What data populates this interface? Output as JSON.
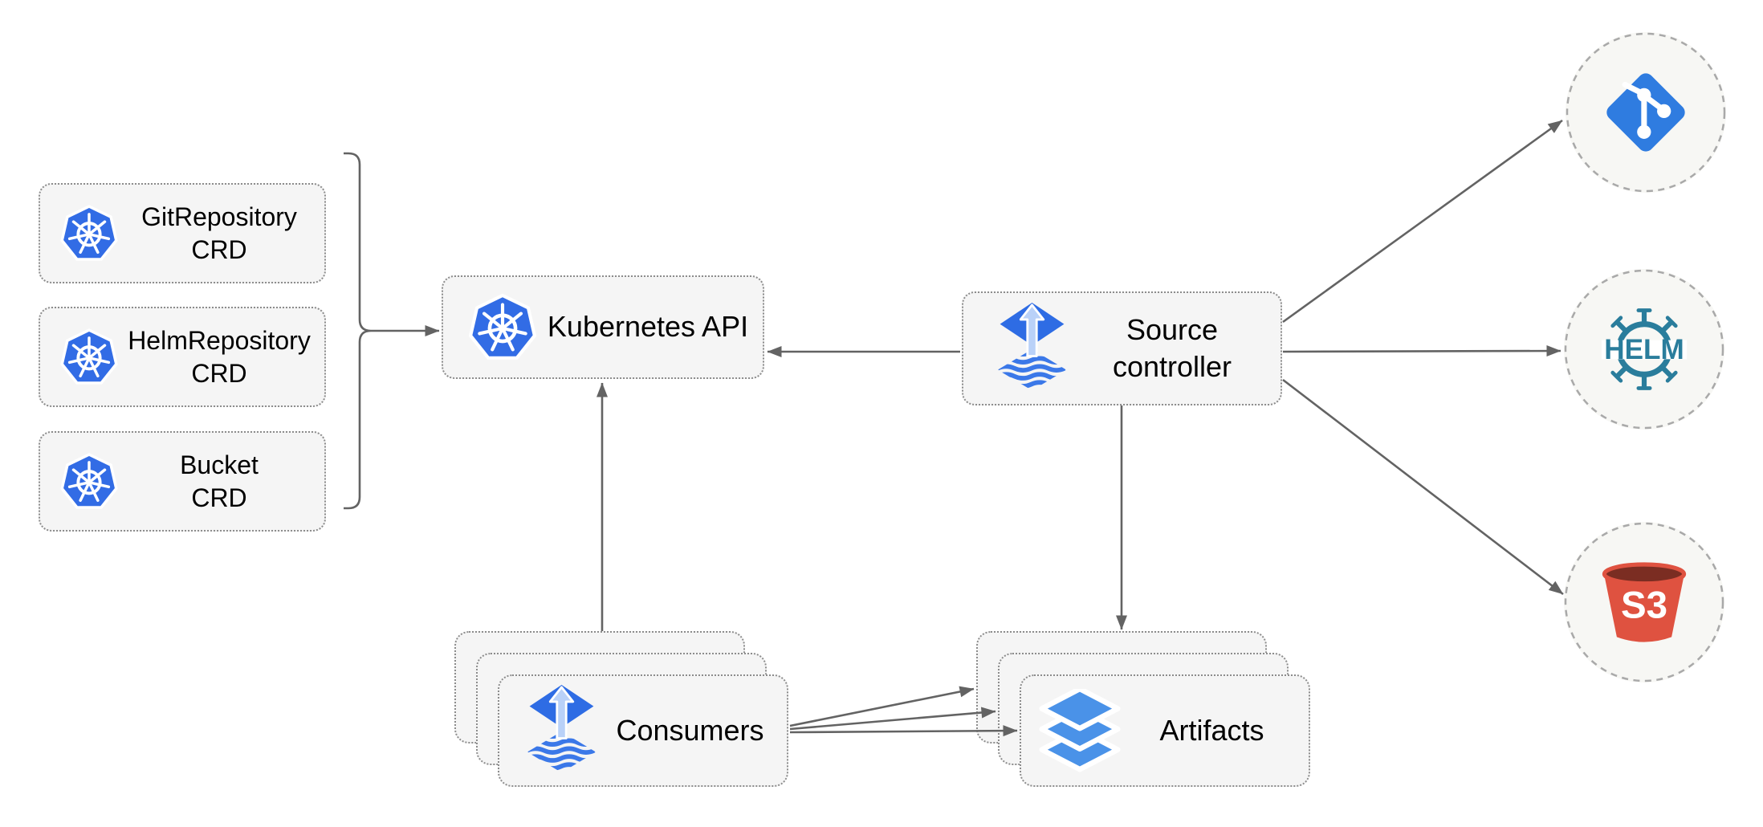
{
  "diagram": {
    "crd_boxes": [
      {
        "label": "GitRepository\nCRD",
        "icon": "kubernetes-icon"
      },
      {
        "label": "HelmRepository\nCRD",
        "icon": "kubernetes-icon"
      },
      {
        "label": "Bucket\nCRD",
        "icon": "kubernetes-icon"
      }
    ],
    "kubernetes_api": {
      "label": "Kubernetes API",
      "icon": "kubernetes-icon"
    },
    "source_controller": {
      "label": "Source\ncontroller",
      "icon": "flux-source-icon"
    },
    "consumers": {
      "label": "Consumers",
      "icon": "flux-source-icon"
    },
    "artifacts": {
      "label": "Artifacts",
      "icon": "layers-icon"
    },
    "external_targets": {
      "git": {
        "icon": "git-icon"
      },
      "helm": {
        "icon": "helm-icon",
        "label": "HELM"
      },
      "s3": {
        "icon": "s3-bucket-icon",
        "label": "S3"
      }
    },
    "colors": {
      "kubernetes_blue": "#326ce5",
      "flux_blue": "#2e6ce4",
      "flux_arrow_light": "#b9d1f8",
      "artifacts_blue": "#4a92e8",
      "git_blue": "#2f7ce0",
      "helm_teal": "#2a7d9c",
      "s3_red": "#df5240",
      "s3_dark_red": "#7b2d22",
      "connector_gray": "#636363",
      "node_fill": "#f5f5f5",
      "node_border": "#8c8c8c"
    }
  }
}
